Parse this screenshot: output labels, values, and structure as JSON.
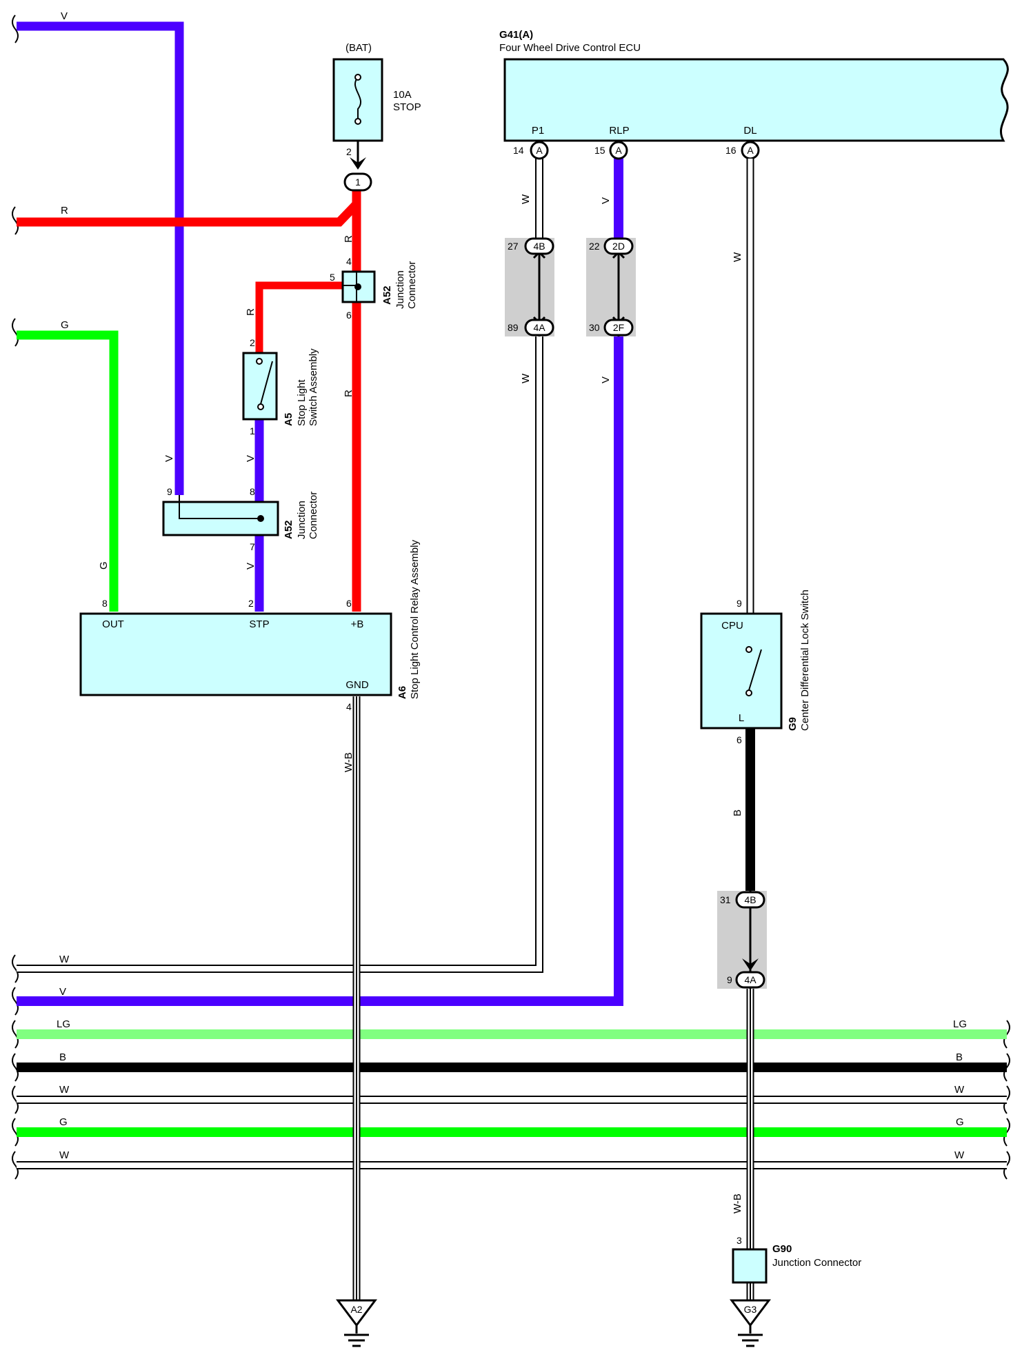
{
  "wire_colors": {
    "V": "#4b00ff",
    "R": "#ff0000",
    "G": "#00ff00",
    "LG": "#80ff80",
    "B": "#000000",
    "W": "#ffffff",
    "comp_fill": "#ccffff",
    "shade": "#cfcfcf"
  },
  "wires": {
    "v_top": "V",
    "r_top": "R",
    "g_top": "G",
    "r_fuse": "R",
    "r_jc1": "R",
    "r_jc2": "R",
    "v_sw": "V",
    "v_jc": "V",
    "v_top_drop": "V",
    "g_out": "G",
    "wb_gnd": "W-B",
    "w_p1_a": "W",
    "w_p1_b": "W",
    "v_rlp_a": "V",
    "v_rlp_b": "V",
    "w_dl": "W",
    "b_g9": "B",
    "wb_g90": "W-B"
  },
  "bus": {
    "w1_left": "W",
    "v_left": "V",
    "lg_left": "LG",
    "lg_right": "LG",
    "b_left": "B",
    "b_right": "B",
    "w2_left": "W",
    "w2_right": "W",
    "g_left": "G",
    "g_right": "G",
    "w3_left": "W",
    "w3_right": "W"
  },
  "fuse": {
    "source": "(BAT)",
    "rating": "10A",
    "name": "STOP",
    "pin_top": "2",
    "pin_conn": "1"
  },
  "a52_upper": {
    "code": "A52",
    "name_line1": "Junction",
    "name_line2": "Connector",
    "pin4": "4",
    "pin5": "5",
    "pin6": "6"
  },
  "a5": {
    "code": "A5",
    "name_line1": "Stop Light",
    "name_line2": "Switch Assembly",
    "pin2": "2",
    "pin1": "1"
  },
  "a52_lower": {
    "code": "A52",
    "name_line1": "Junction",
    "name_line2": "Connector",
    "pin9": "9",
    "pin8": "8",
    "pin7": "7"
  },
  "a6": {
    "code": "A6",
    "name": "Stop Light Control Relay Assembly",
    "out": "OUT",
    "stp": "STP",
    "plusb": "+B",
    "gnd": "GND",
    "pin_out": "8",
    "pin_stp": "2",
    "pin_plusb": "6",
    "pin_gnd": "4"
  },
  "g41": {
    "code": "G41(A)",
    "name": "Four Wheel Drive Control ECU",
    "p1": "P1",
    "rlp": "RLP",
    "dl": "DL",
    "pin_p1": "14",
    "pin_rlp": "15",
    "pin_dl": "16",
    "conn": "A"
  },
  "inline_p1": {
    "top_pin": "27",
    "top_conn": "4B",
    "bot_pin": "89",
    "bot_conn": "4A"
  },
  "inline_rlp": {
    "top_pin": "22",
    "top_conn": "2D",
    "bot_pin": "30",
    "bot_conn": "2F"
  },
  "g9": {
    "code": "G9",
    "name": "Center Differential Lock Switch",
    "cpu": "CPU",
    "l": "L",
    "pin_cpu": "9",
    "pin_l": "6"
  },
  "inline_g9": {
    "top_pin": "31",
    "top_conn": "4B",
    "bot_pin": "9",
    "bot_conn": "4A"
  },
  "g90": {
    "code": "G90",
    "name": "Junction Connector",
    "pin": "3"
  },
  "grounds": {
    "a2": "A2",
    "g3": "G3"
  }
}
